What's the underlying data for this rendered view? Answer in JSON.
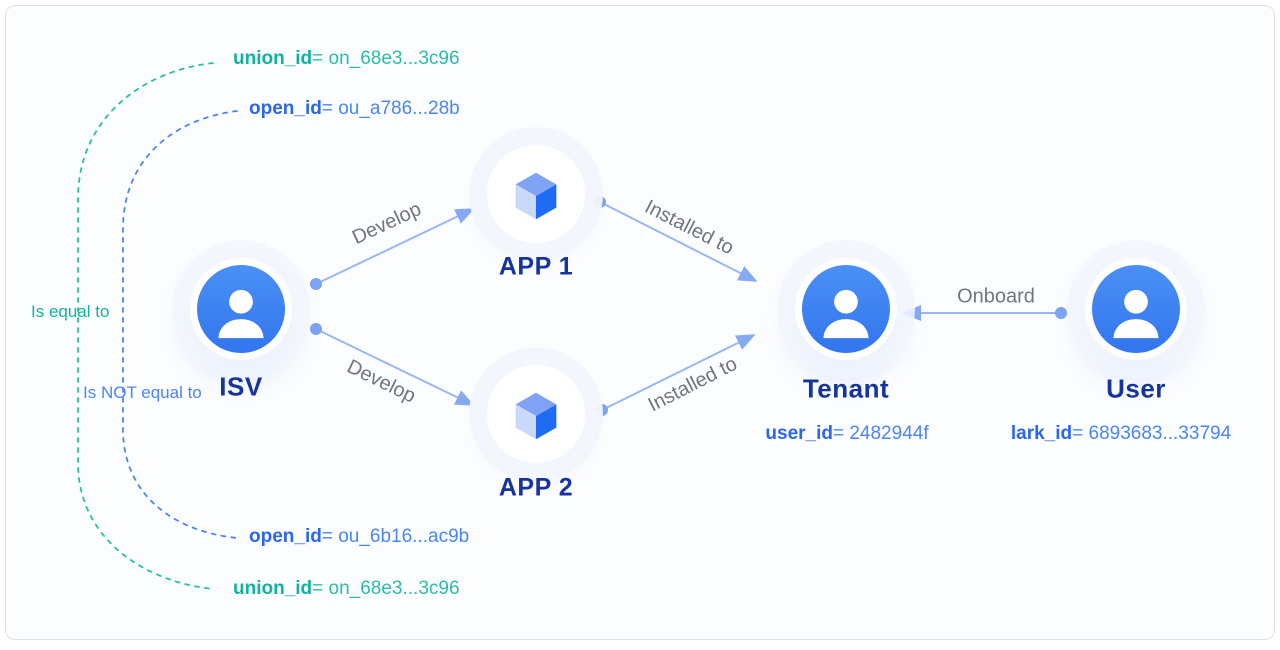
{
  "colors": {
    "navy": "#16349e",
    "teal_key": "#12b2a0",
    "teal_val": "#2abdab",
    "blue_key": "#2a66ee",
    "blue_val": "#4a86f4",
    "gray": "#71757d",
    "line": "#9ab6f4",
    "dot": "#7da3f3",
    "arrow": "#85a9f2",
    "curve_teal": "#25c0a8",
    "curve_blue": "#4d86f2",
    "avatar1": "#4a90f5",
    "avatar2": "#3275ee",
    "cube_top": "#7fa2f5",
    "cube_left": "#c9d8fb",
    "cube_right": "#1f6cf4",
    "bg": "#fcfdff",
    "frame": "#dde0e6"
  },
  "nodes": {
    "isv": {
      "label": "ISV",
      "icon": "person-icon"
    },
    "app1": {
      "label": "APP 1",
      "icon": "cube-icon"
    },
    "app2": {
      "label": "APP 2",
      "icon": "cube-icon"
    },
    "tenant": {
      "label": "Tenant",
      "icon": "person-icon",
      "id_key": "user_id",
      "id_value": "= 2482944f"
    },
    "user": {
      "label": "User",
      "icon": "person-icon",
      "id_key": "lark_id",
      "id_value": "= 6893683...33794"
    }
  },
  "edges": {
    "develop_top": {
      "label": "Develop",
      "from": "ISV",
      "to": "APP 1"
    },
    "develop_bottom": {
      "label": "Develop",
      "from": "ISV",
      "to": "APP 2"
    },
    "installed_top": {
      "label": "Installed to",
      "from": "APP 1",
      "to": "Tenant"
    },
    "installed_bottom": {
      "label": "Installed to",
      "from": "APP 2",
      "to": "Tenant"
    },
    "onboard": {
      "label": "Onboard",
      "from": "User",
      "to": "Tenant"
    }
  },
  "id_labels": {
    "top_union": {
      "key": "union_id",
      "value": "= on_68e3...3c96"
    },
    "top_open": {
      "key": "open_id",
      "value": "= ou_a786...28b"
    },
    "bottom_open": {
      "key": "open_id",
      "value": "= ou_6b16...ac9b"
    },
    "bottom_union": {
      "key": "union_id",
      "value": "= on_68e3...3c96"
    }
  },
  "annotations": {
    "equal": "Is equal to",
    "not_equal": "Is NOT equal to"
  }
}
